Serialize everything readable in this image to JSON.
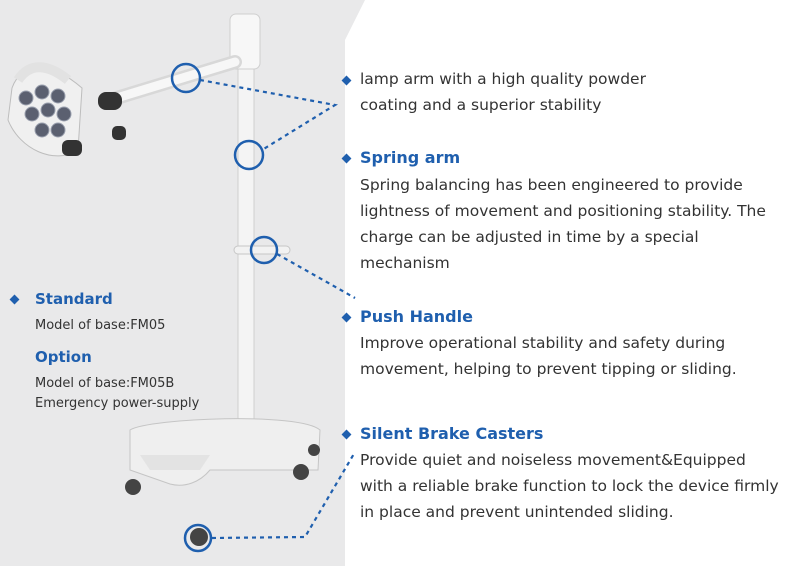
{
  "features": [
    {
      "heading": "",
      "body": "lamp arm with a high quality powder coating and a superior stability"
    },
    {
      "heading": "Spring arm",
      "body": "Spring balancing has been engineered to provide lightness of movement and positioning stability. The charge can be adjusted in time by a special mechanism"
    },
    {
      "heading": "Push Handle",
      "body": "Improve operational stability and safety during movement, helping to prevent tipping or sliding."
    },
    {
      "heading": "Silent Brake Casters",
      "body": "Provide quiet and noiseless movement&Equipped with a reliable brake function to lock the device firmly in place and prevent unintended sliding."
    }
  ],
  "standard": {
    "heading": "Standard",
    "line1": "Model of base:FM05"
  },
  "option": {
    "heading": "Option",
    "line1": "Model of base:FM05B",
    "line2": "Emergency power-supply"
  },
  "colors": {
    "accent": "#1f5fae",
    "background_panel": "#e9e9ea"
  }
}
